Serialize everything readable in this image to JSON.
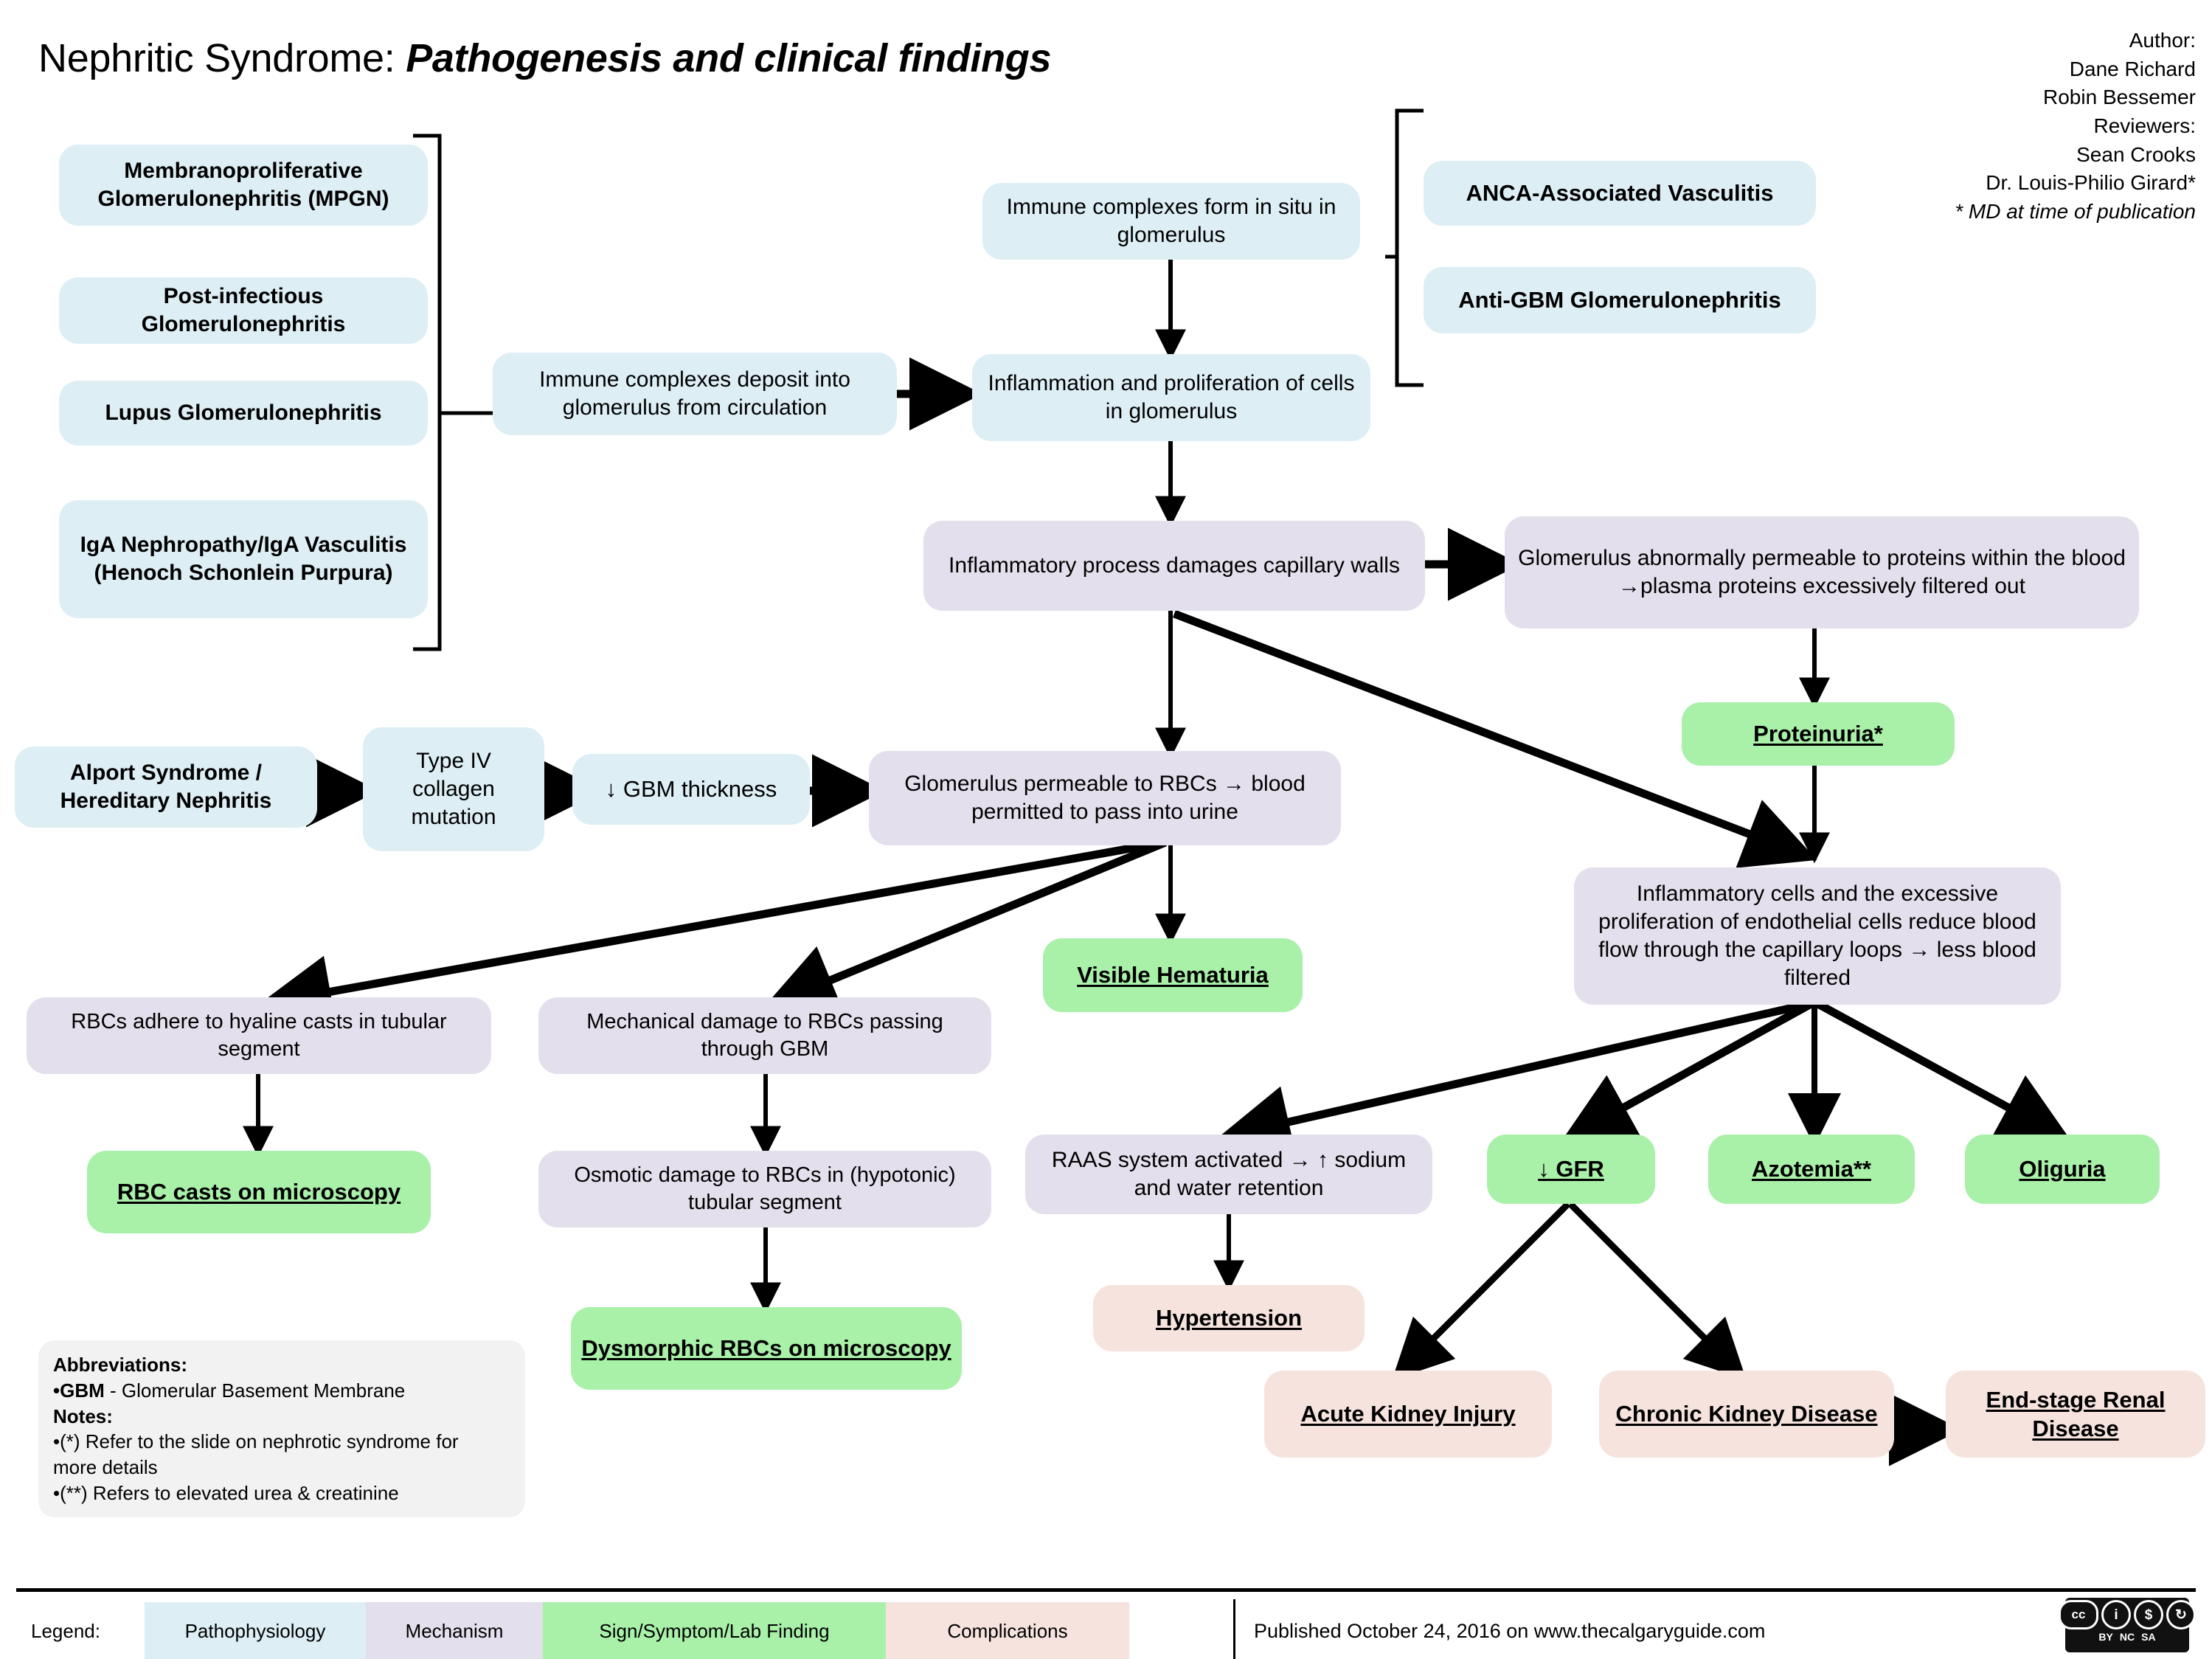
{
  "title": {
    "plain": "Nephritic Syndrome: ",
    "emphasis": "Pathogenesis and clinical findings"
  },
  "credits": {
    "author_label": "Author:",
    "author_1": "Dane Richard",
    "author_2": "Robin Bessemer",
    "reviewers_label": "Reviewers:",
    "reviewer_1": "Sean Crooks",
    "reviewer_2": "Dr. Louis-Philio Girard*",
    "footnote": "* MD at time of publication"
  },
  "nodes": {
    "mpgn": "Membranoproliferative Glomerulonephritis (MPGN)",
    "post_infectious": "Post-infectious Glomerulonephritis",
    "lupus": "Lupus Glomerulonephritis",
    "iga": "IgA Nephropathy/IgA Vasculitis (Henoch Schonlein Purpura)",
    "deposit": "Immune complexes deposit into glomerulus from circulation",
    "in_situ": "Immune complexes form in situ in glomerulus",
    "anca": "ANCA-Associated Vasculitis",
    "anti_gbm": "Anti-GBM Glomerulonephritis",
    "inflammation": "Inflammation and proliferation of cells in glomerulus",
    "capillary_damage": "Inflammatory process damages capillary walls",
    "protein_permeable": "Glomerulus abnormally permeable to proteins within the blood →plasma proteins excessively filtered out",
    "proteinuria": "Proteinuria*",
    "alport": "Alport Syndrome / Hereditary Nephritis",
    "collagen": "Type IV collagen mutation",
    "gbm_thickness": "↓ GBM thickness",
    "rbc_permeable": "Glomerulus permeable to RBCs → blood permitted to pass into urine",
    "visible_hematuria": "Visible Hematuria",
    "inflammatory_cells": "Inflammatory cells and the excessive proliferation of endothelial cells reduce blood flow through the capillary loops → less blood filtered",
    "hyaline_casts": "RBCs adhere to hyaline casts in tubular segment",
    "rbc_casts": "RBC casts on microscopy",
    "mechanical_damage": "Mechanical damage to RBCs passing through GBM",
    "osmotic_damage": "Osmotic damage to RBCs in (hypotonic) tubular segment",
    "dysmorphic_rbcs": "Dysmorphic RBCs on microscopy",
    "raas": "RAAS system activated → ↑ sodium and water retention",
    "hypertension": "Hypertension",
    "gfr": "↓ GFR",
    "azotemia": "Azotemia**",
    "oliguria": "Oliguria",
    "aki": "Acute Kidney Injury",
    "ckd": "Chronic Kidney Disease",
    "esrd": "End-stage Renal Disease"
  },
  "notes_box": {
    "abbreviations_label": "Abbreviations:",
    "abbr_gbm_term": "•GBM",
    "abbr_gbm_def": " - Glomerular Basement Membrane",
    "notes_label": "Notes:",
    "note_1": "•(*) Refer to the slide on nephrotic syndrome for",
    "note_1b": " more details",
    "note_2": "•(**) Refers to elevated urea & creatinine"
  },
  "legend": {
    "label": "Legend:",
    "pathophysiology": "Pathophysiology",
    "mechanism": "Mechanism",
    "sign": "Sign/Symptom/Lab Finding",
    "complications": "Complications"
  },
  "footer": {
    "published": "Published October 24, 2016 on www.thecalgaryguide.com",
    "cc_mark": "cc",
    "cc_by": "BY",
    "cc_nc": "NC",
    "cc_sa": "SA"
  },
  "colors": {
    "pathophysiology": "#ddeef5",
    "mechanism": "#e4dfec",
    "sign": "#a9f0a9",
    "complications": "#f6e3de",
    "notes": "#f2f2f2",
    "edge": "#000000"
  }
}
